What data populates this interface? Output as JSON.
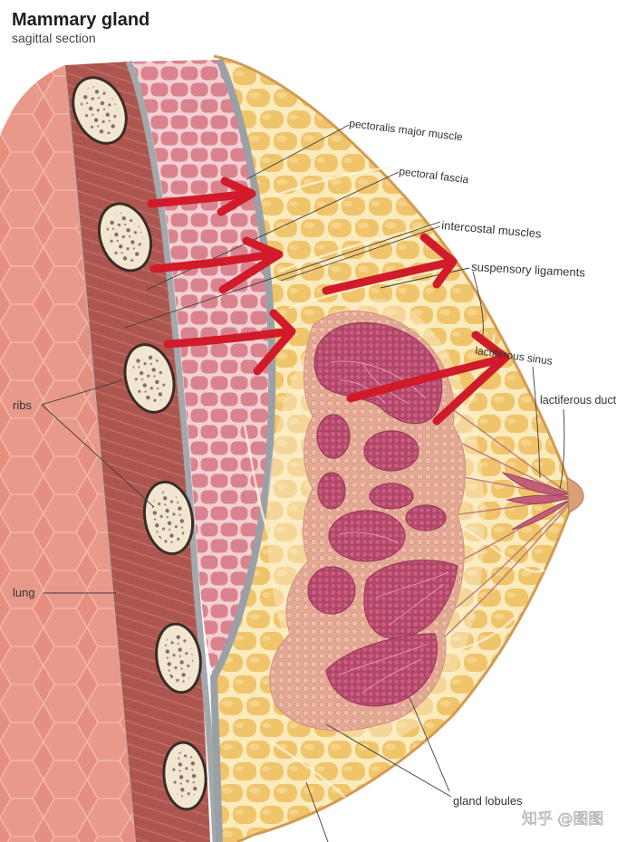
{
  "title": "Mammary gland",
  "subtitle": "sagittal section",
  "labels": {
    "pectoralis_major": "pectoralis major muscle",
    "pectoral_fascia": "pectoral fascia",
    "intercostal": "intercostal muscles",
    "suspensory": "suspensory ligaments",
    "sinus": "lactiferous sinus",
    "duct": "lactiferous duct",
    "ribs": "ribs",
    "lung": "lung",
    "lobules": "gland lobules"
  },
  "watermark": "知乎 @图图",
  "colors": {
    "arrow": "#d11a2a",
    "label_text": "#333333"
  }
}
